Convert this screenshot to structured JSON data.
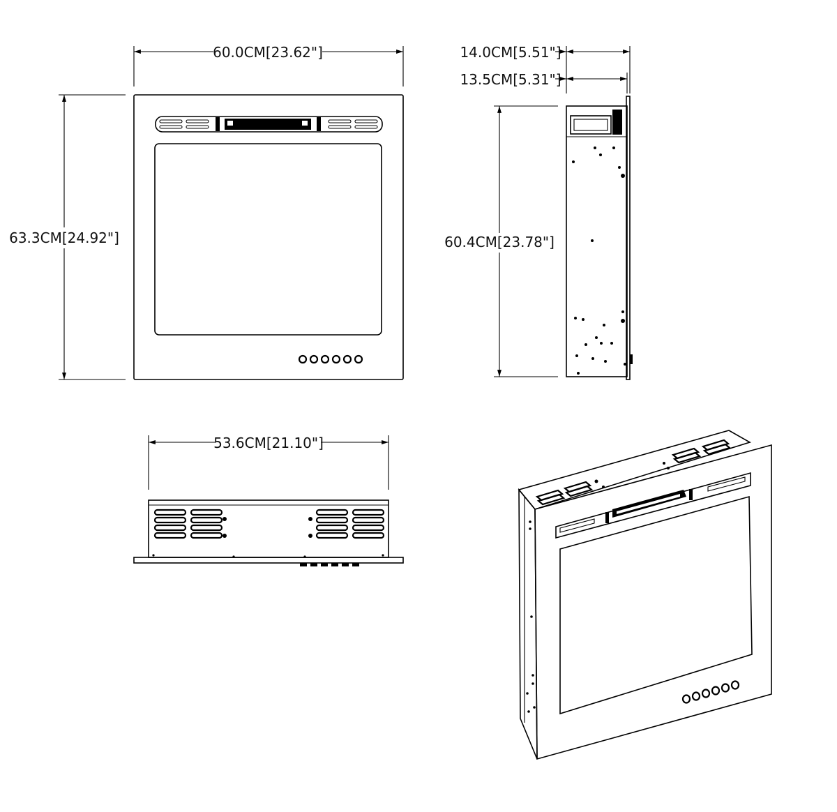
{
  "dimensions": {
    "front_width": "60.0CM[23.62\"]",
    "front_height": "63.3CM[24.92\"]",
    "side_depth_outer": "14.0CM[5.51\"]",
    "side_depth_inner": "13.5CM[5.31\"]",
    "side_height": "60.4CM[23.78\"]",
    "top_width": "53.6CM[21.10\"]"
  },
  "front_view": {
    "button_count": 6
  },
  "iso_view": {
    "button_count": 6
  }
}
